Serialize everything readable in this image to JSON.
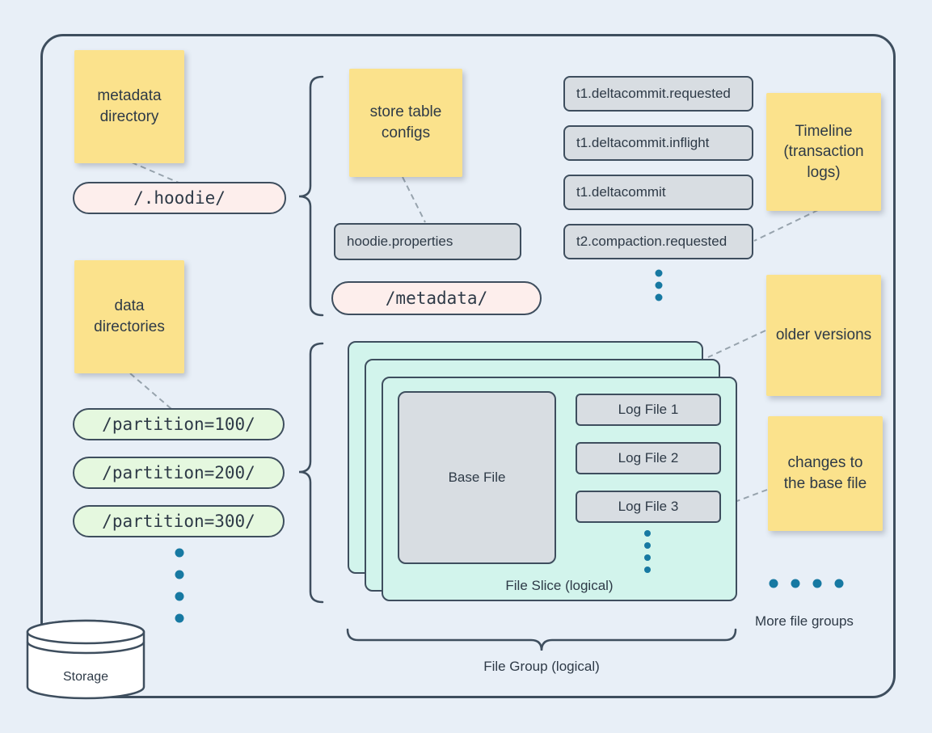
{
  "notes": {
    "metadata_directory": "metadata directory",
    "store_table_configs": "store table configs",
    "timeline": "Timeline (transaction logs)",
    "older_versions": "older versions",
    "changes_to_base": "changes to the base file",
    "data_directories": "data directories"
  },
  "paths": {
    "hoodie": "/.hoodie/",
    "metadata": "/metadata/",
    "partitions": [
      "/partition=100/",
      "/partition=200/",
      "/partition=300/"
    ]
  },
  "config_file": "hoodie.properties",
  "timeline_files": [
    "t1.deltacommit.requested",
    "t1.deltacommit.inflight",
    "t1.deltacommit",
    "t2.compaction.requested"
  ],
  "file_slice": {
    "base_file": "Base File",
    "log_files": [
      "Log File 1",
      "Log File 2",
      "Log File 3"
    ],
    "label": "File Slice (logical)"
  },
  "labels": {
    "file_group": "File Group (logical)",
    "more_file_groups": "More file groups",
    "storage": "Storage"
  },
  "colors": {
    "background": "#e8eff7",
    "stroke": "#3e4e5e",
    "note_fill": "#fbe28c",
    "pink_fill": "#fdeeec",
    "green_fill": "#e5f8df",
    "gray_fill": "#d8dde2",
    "teal_fill": "#d2f4ec",
    "dots": "#1779a2",
    "dashed_line": "#97a3ad"
  }
}
